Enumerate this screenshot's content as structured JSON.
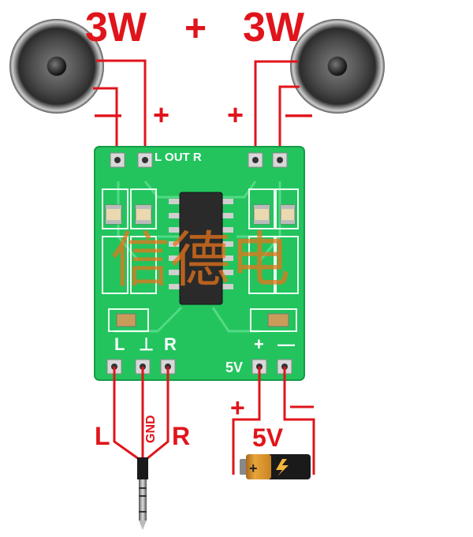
{
  "power_title": {
    "left_watts": "3W",
    "plus": "+",
    "right_watts": "3W"
  },
  "speaker_left": {
    "icon": "speaker-icon",
    "minus_sign": "—",
    "plus_sign": "+"
  },
  "speaker_right": {
    "icon": "speaker-icon",
    "plus_sign": "+",
    "minus_sign": "—"
  },
  "board": {
    "out_label": "L OUT R",
    "input_labels": {
      "left": "L",
      "gnd": "⊥",
      "right": "R"
    },
    "power_labels": {
      "plus": "+",
      "minus": "—",
      "voltage": "5V"
    },
    "watermark": "信德电",
    "color": "#23c45e"
  },
  "audio_input": {
    "left": "L",
    "gnd": "GND",
    "right": "R",
    "icon": "audio-jack-icon"
  },
  "power_input": {
    "plus": "+",
    "minus": "—",
    "voltage": "5V",
    "icon": "battery-icon"
  },
  "colors": {
    "wire": "#e0141b",
    "pcb": "#23c45e",
    "pcb_dark": "#159a46"
  }
}
